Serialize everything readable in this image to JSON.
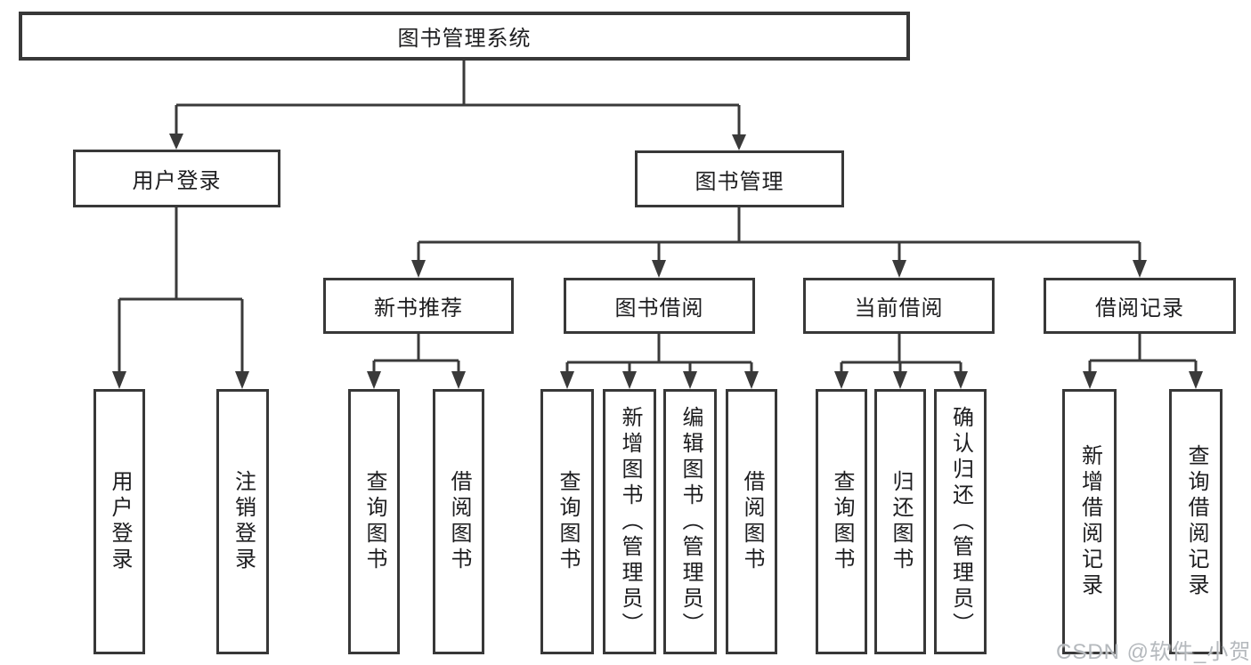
{
  "diagram": {
    "title": "图书管理系统",
    "branches": [
      {
        "label": "用户登录",
        "children": [
          {
            "label": "用户登录"
          },
          {
            "label": "注销登录"
          }
        ]
      },
      {
        "label": "图书管理",
        "groups": [
          {
            "label": "新书推荐",
            "children": [
              {
                "label": "查询图书"
              },
              {
                "label": "借阅图书"
              }
            ]
          },
          {
            "label": "图书借阅",
            "children": [
              {
                "label": "查询图书"
              },
              {
                "label": "新增图书（管理员）"
              },
              {
                "label": "编辑图书（管理员）"
              },
              {
                "label": "借阅图书"
              }
            ]
          },
          {
            "label": "当前借阅",
            "children": [
              {
                "label": "查询图书"
              },
              {
                "label": "归还图书"
              },
              {
                "label": "确认归还（管理员）"
              }
            ]
          },
          {
            "label": "借阅记录",
            "children": [
              {
                "label": "新增借阅记录"
              },
              {
                "label": "查询借阅记录"
              }
            ]
          }
        ]
      }
    ]
  },
  "watermark": {
    "text": "CSDN @软件_小贺同学"
  },
  "colors": {
    "line": "#3a3a3a",
    "border": "#383838",
    "text": "#1d1d1f",
    "watermark": "#b5b9bd",
    "background": "#ffffff"
  }
}
